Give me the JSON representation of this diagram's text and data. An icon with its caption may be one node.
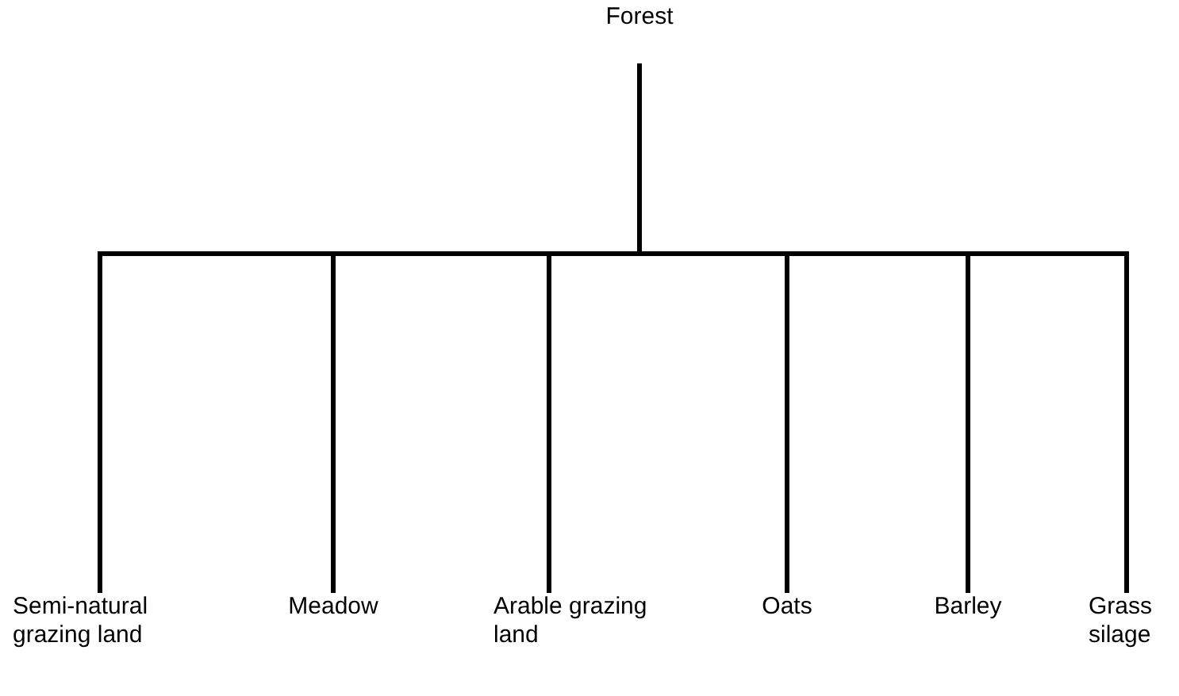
{
  "diagram": {
    "nodes": [
      {
        "text": [
          "Forest"
        ]
      },
      {
        "text": [
          "Semi-natural grazing land"
        ]
      },
      {
        "text": [
          "Meadow"
        ]
      },
      {
        "text": [
          "Arable grazing land"
        ]
      },
      {
        "text": [
          "Oats"
        ]
      },
      {
        "text": [
          "Barley"
        ]
      },
      {
        "text": [
          "Grass silage"
        ]
      }
    ],
    "edges": [
      {
        "from": 0,
        "to": 1,
        "arrow": "none"
      },
      {
        "from": 0,
        "to": 2,
        "arrow": "none"
      },
      {
        "from": 0,
        "to": 3,
        "arrow": "none"
      },
      {
        "from": 0,
        "to": 4,
        "arrow": "none"
      },
      {
        "from": 0,
        "to": 5,
        "arrow": "none"
      },
      {
        "from": 0,
        "to": 6,
        "arrow": "none"
      }
    ]
  }
}
